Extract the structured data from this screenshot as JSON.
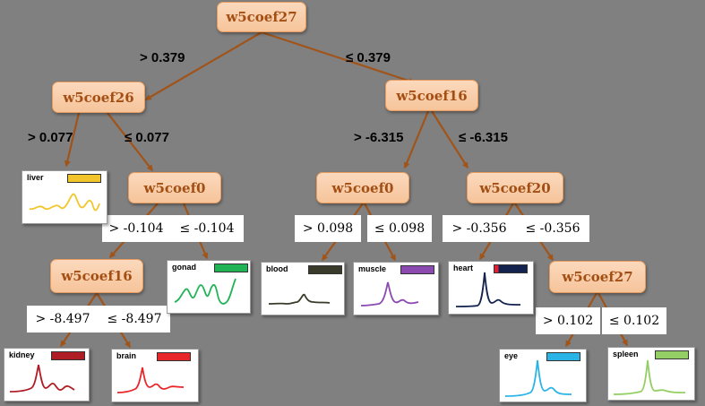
{
  "colors": {
    "edge": "#a0541a"
  },
  "nodes": [
    {
      "id": "n-root",
      "label": "w5coef27"
    },
    {
      "id": "n-w26",
      "label": "w5coef26"
    },
    {
      "id": "n-w16r",
      "label": "w5coef16"
    },
    {
      "id": "n-w0a",
      "label": "w5coef0"
    },
    {
      "id": "n-w0b",
      "label": "w5coef0"
    },
    {
      "id": "n-w20",
      "label": "w5coef20"
    },
    {
      "id": "n-w16l",
      "label": "w5coef16"
    },
    {
      "id": "n-w27b",
      "label": "w5coef27"
    }
  ],
  "conditions": [
    {
      "id": "c1",
      "text": "> 0.379"
    },
    {
      "id": "c2",
      "text": "≤ 0.379"
    },
    {
      "id": "c3",
      "text": "> 0.077"
    },
    {
      "id": "c4",
      "text": "≤ 0.077"
    },
    {
      "id": "c5",
      "text": "> -6.315"
    },
    {
      "id": "c6",
      "text": "≤ -6.315"
    },
    {
      "id": "c7",
      "text": "> -0.104"
    },
    {
      "id": "c8",
      "text": "≤ -0.104"
    },
    {
      "id": "c9",
      "text": "> 0.098"
    },
    {
      "id": "c10",
      "text": "≤ 0.098"
    },
    {
      "id": "c11",
      "text": "> -0.356"
    },
    {
      "id": "c12",
      "text": "≤ -0.356"
    },
    {
      "id": "c13",
      "text": "> -8.497"
    },
    {
      "id": "c14",
      "text": "≤ -8.497"
    },
    {
      "id": "c15",
      "text": "> 0.102"
    },
    {
      "id": "c16",
      "text": "≤ 0.102"
    }
  ],
  "leaves": [
    {
      "id": "liver",
      "label": "liver",
      "color": "#f2c62a"
    },
    {
      "id": "gonad",
      "label": "gonad",
      "color": "#20b456"
    },
    {
      "id": "blood",
      "label": "blood",
      "color": "#3a3a2a"
    },
    {
      "id": "muscle",
      "label": "muscle",
      "color": "#8a4ab0"
    },
    {
      "id": "heart",
      "label": "heart",
      "color": "#13234e",
      "accent": "#e02030"
    },
    {
      "id": "kidney",
      "label": "kidney",
      "color": "#b01c24"
    },
    {
      "id": "brain",
      "label": "brain",
      "color": "#e8262a"
    },
    {
      "id": "eye",
      "label": "eye",
      "color": "#2ab4e6"
    },
    {
      "id": "spleen",
      "label": "spleen",
      "color": "#94cf66"
    }
  ]
}
